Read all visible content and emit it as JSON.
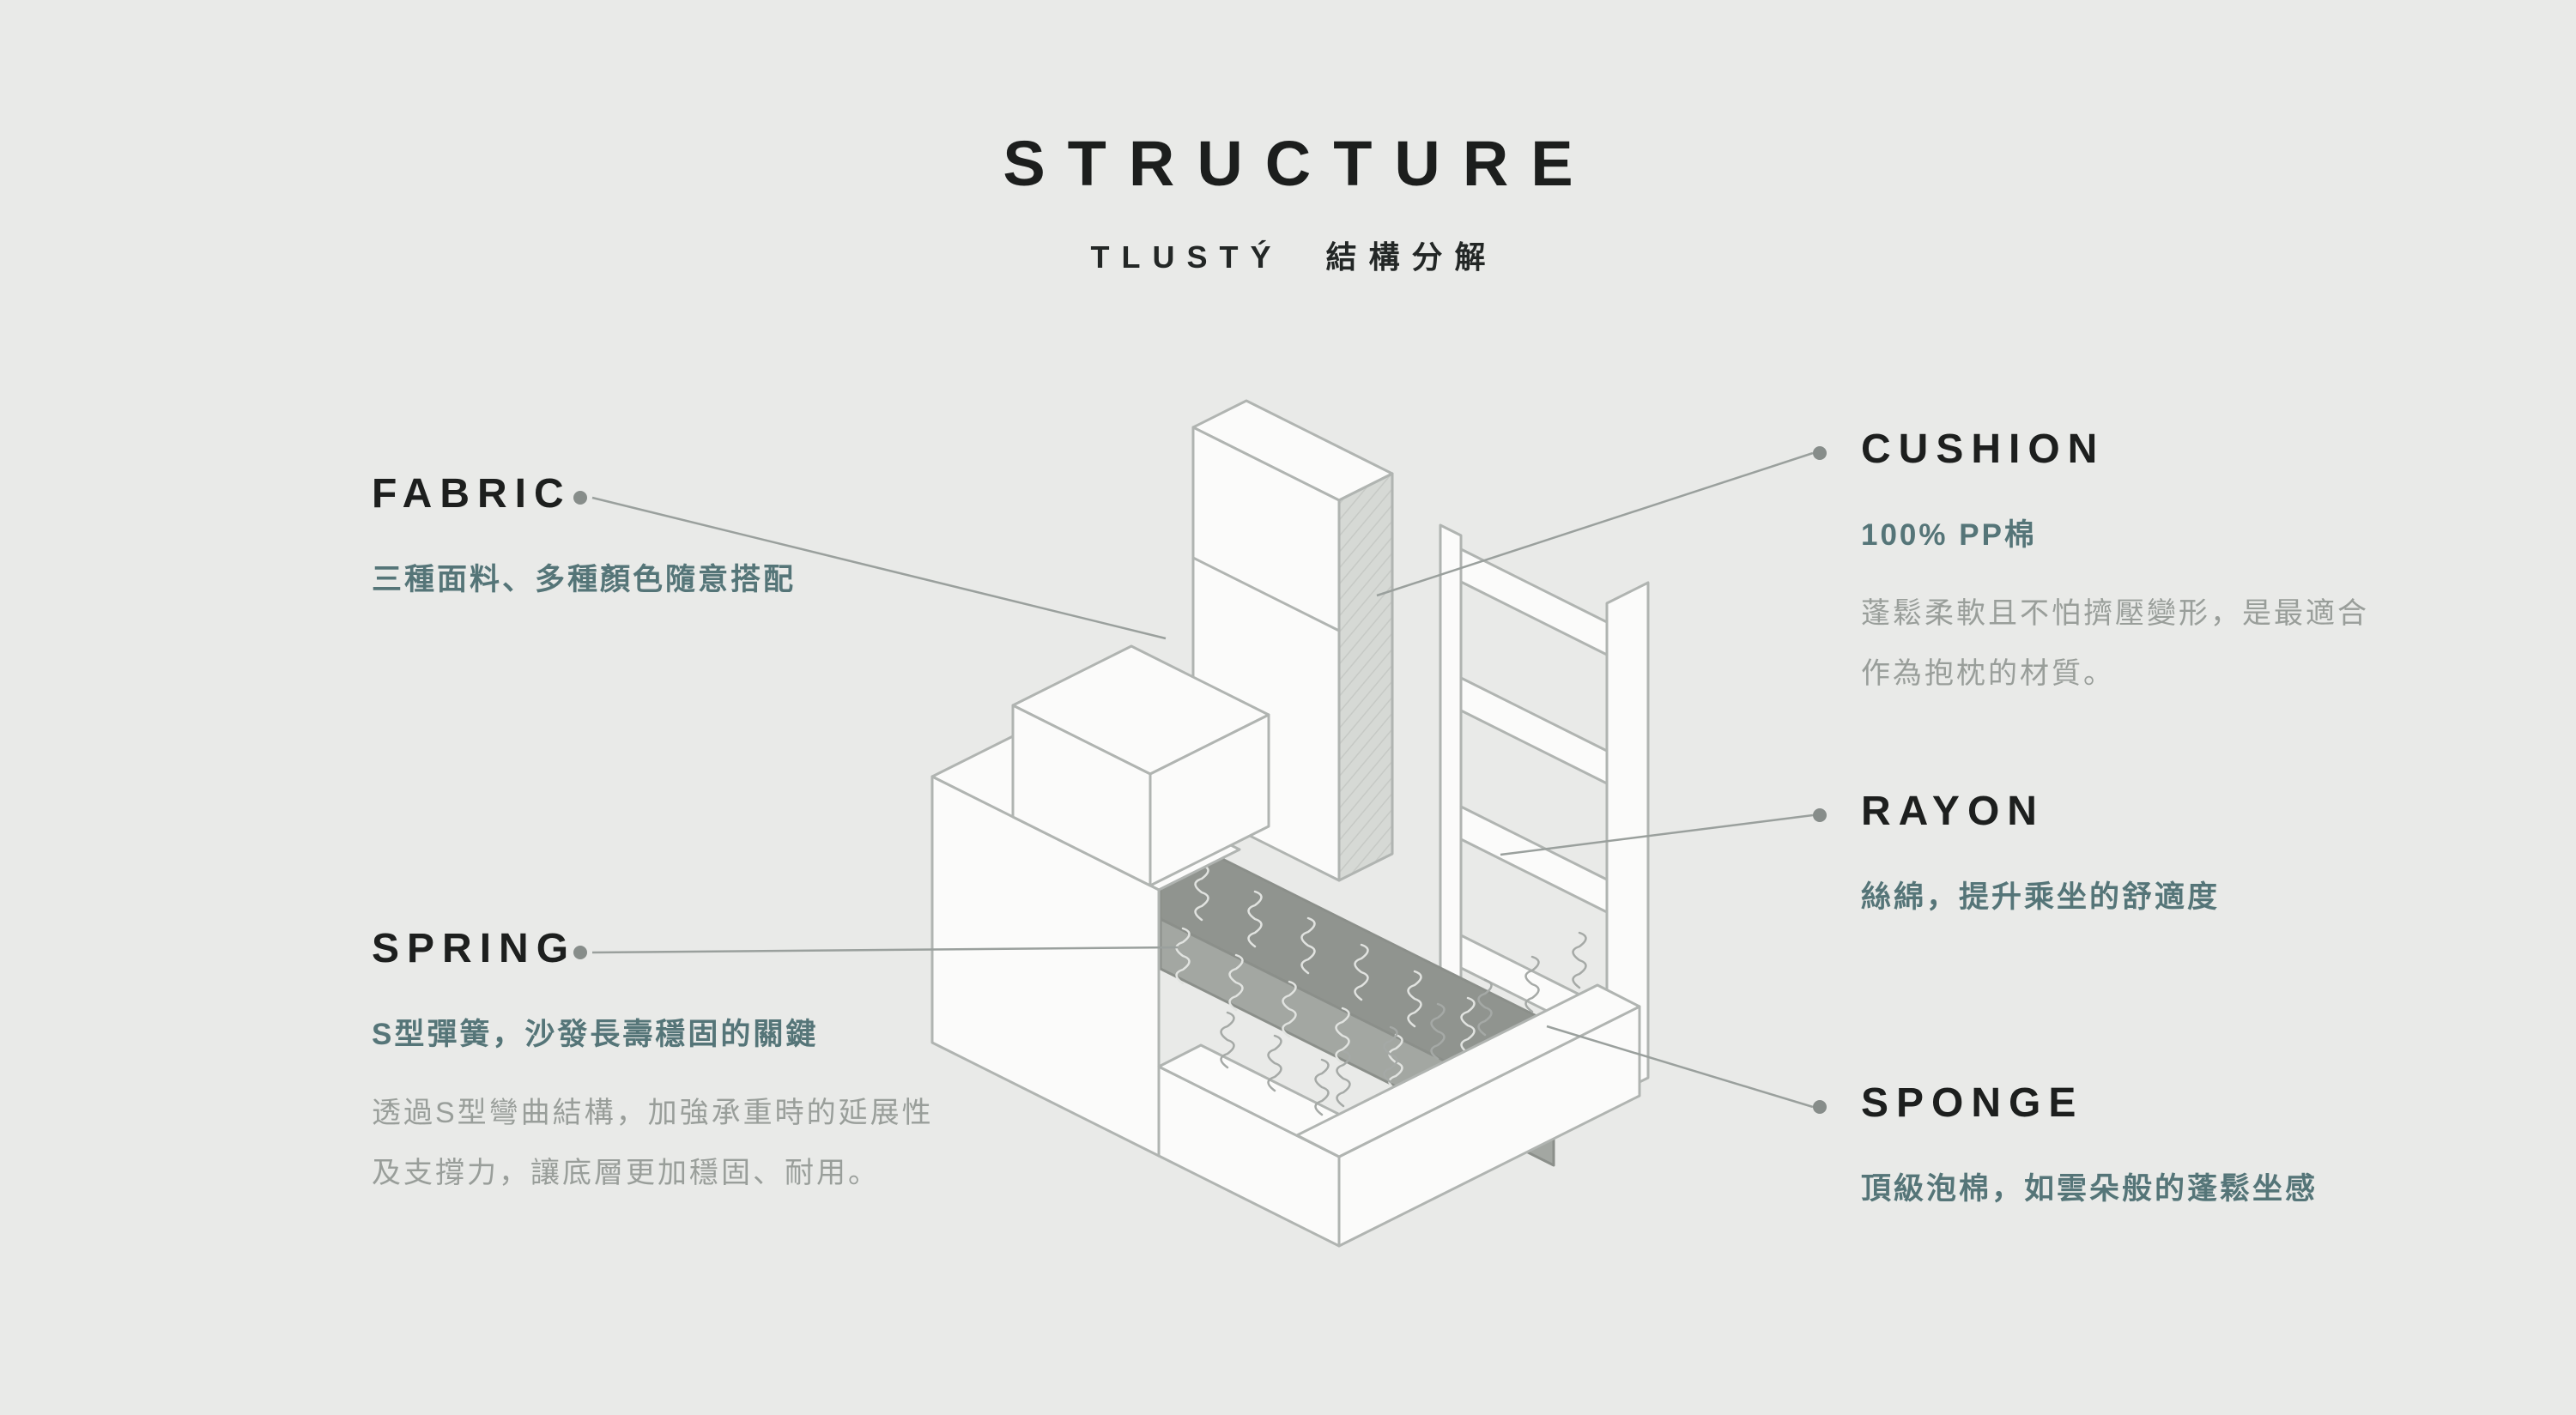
{
  "header": {
    "title": "STRUCTURE",
    "subtitle": "TLUSTÝ 結構分解"
  },
  "callouts": {
    "fabric": {
      "title": "FABRIC",
      "lead": "三種面料、多種顏色隨意搭配"
    },
    "spring": {
      "title": "SPRING",
      "lead": "S型彈簧，沙發長壽穩固的關鍵",
      "body": [
        "透過S型彎曲結構，加強承重時的延展性",
        "及支撐力，讓底層更加穩固、耐用。"
      ]
    },
    "cushion": {
      "title": "CUSHION",
      "lead": "100% PP棉",
      "body": [
        "蓬鬆柔軟且不怕擠壓變形，是最適合",
        "作為抱枕的材質。"
      ]
    },
    "rayon": {
      "title": "RAYON",
      "lead": "絲綿，提升乘坐的舒適度"
    },
    "sponge": {
      "title": "SPONGE",
      "lead": "頂級泡棉，如雲朵般的蓬鬆坐感"
    }
  },
  "illustration": {
    "name": "sofa-structure-cutaway-drawing",
    "parts": [
      "backrest",
      "frame-slats",
      "armrest-cushion",
      "base",
      "s-springs",
      "front-rail"
    ]
  },
  "colors": {
    "background": "#e9eae8",
    "heading": "#1d1f1e",
    "accent_teal": "#557578",
    "body_gray": "#999e9a",
    "connector_line": "#9aa09d",
    "connector_dot": "#878d8a",
    "sketch_outline": "#b0b4b1",
    "interior_dark": "#90948f"
  }
}
